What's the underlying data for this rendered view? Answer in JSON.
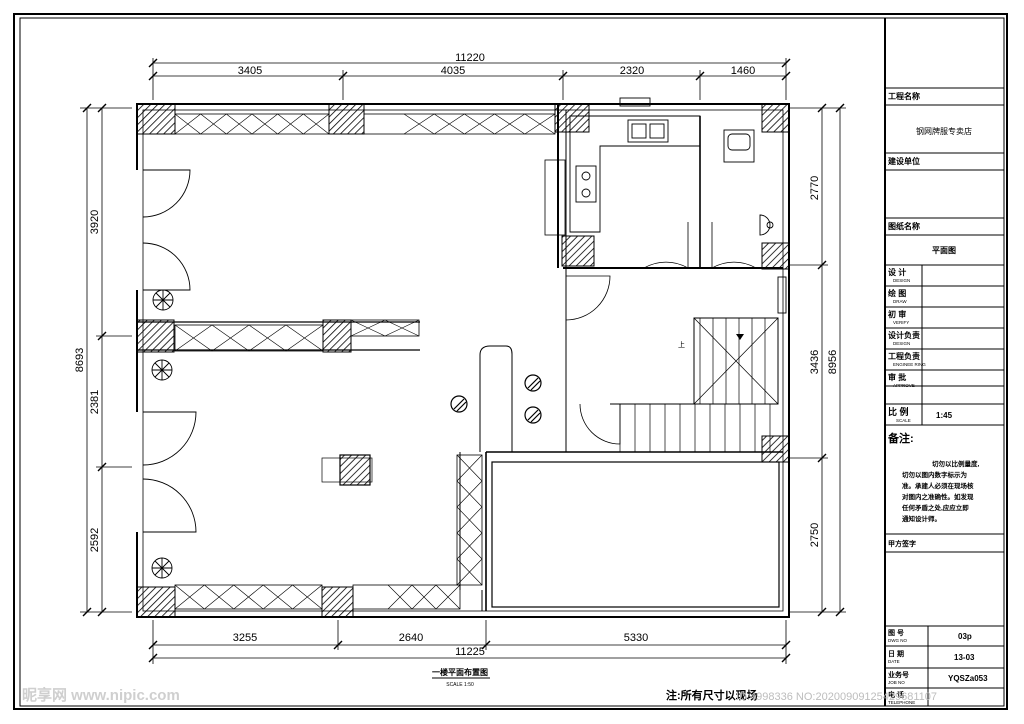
{
  "dimensions": {
    "top_total": "11220",
    "top": [
      "3405",
      "4035",
      "2320",
      "1460"
    ],
    "bottom": [
      "3255",
      "2640",
      "5330"
    ],
    "bottom_total": "11225",
    "left_total": "8693",
    "left": [
      "3920",
      "2381",
      "2592"
    ],
    "right": [
      "2770",
      "3436",
      "2750"
    ],
    "right_total": "8956"
  },
  "plan": {
    "title": "一楼平面布置图",
    "scale_note": "SCALE 1:50",
    "bottom_note": "注:所有尺寸以现场",
    "stair_up": "上"
  },
  "title_block": {
    "project_name_label": "工程名称",
    "project_name": "钢网牌服专卖店",
    "client_label": "建设单位",
    "drawing_name_label": "图纸名称",
    "drawing_name": "平面图",
    "rows": [
      {
        "cn": "设  计",
        "en": "DESIGN"
      },
      {
        "cn": "绘  图",
        "en": "DRAW"
      },
      {
        "cn": "初  审",
        "en": "VERIFY"
      },
      {
        "cn": "设计负责",
        "en": "DESIGN"
      },
      {
        "cn": "工程负责",
        "en": "ENGINEE  RING"
      },
      {
        "cn": "审  批",
        "en": "APPROVE"
      }
    ],
    "scale_label_cn": "比  例",
    "scale_label_en": "SCALE",
    "scale_value": "1:45",
    "remarks_label": "备注:",
    "remarks_lines": [
      "切勿以比例量度,",
      "切勿以图内数字标示为",
      "准。承建人必须在现场核",
      "对图内之准确性。如发现",
      "任何矛盾之处,应应立即",
      "通知设计师。"
    ],
    "owner_sign_label": "甲方签字",
    "dwg_no_cn": "图  号",
    "dwg_no_en": "DWG  NO",
    "dwg_no_value": "03p",
    "date_cn": "日  期",
    "date_en": "DATE",
    "date_value": "13-03",
    "job_no_cn": "业务号",
    "job_no_en": "JOB  NO",
    "job_no_value": "YQSZa053",
    "tel_cn": "电  话",
    "tel_en": "TELEPHONE"
  },
  "watermark": {
    "logo": "昵享网 www.nipic.com",
    "id": "ID:4998336 NO:20200909125429681107"
  }
}
